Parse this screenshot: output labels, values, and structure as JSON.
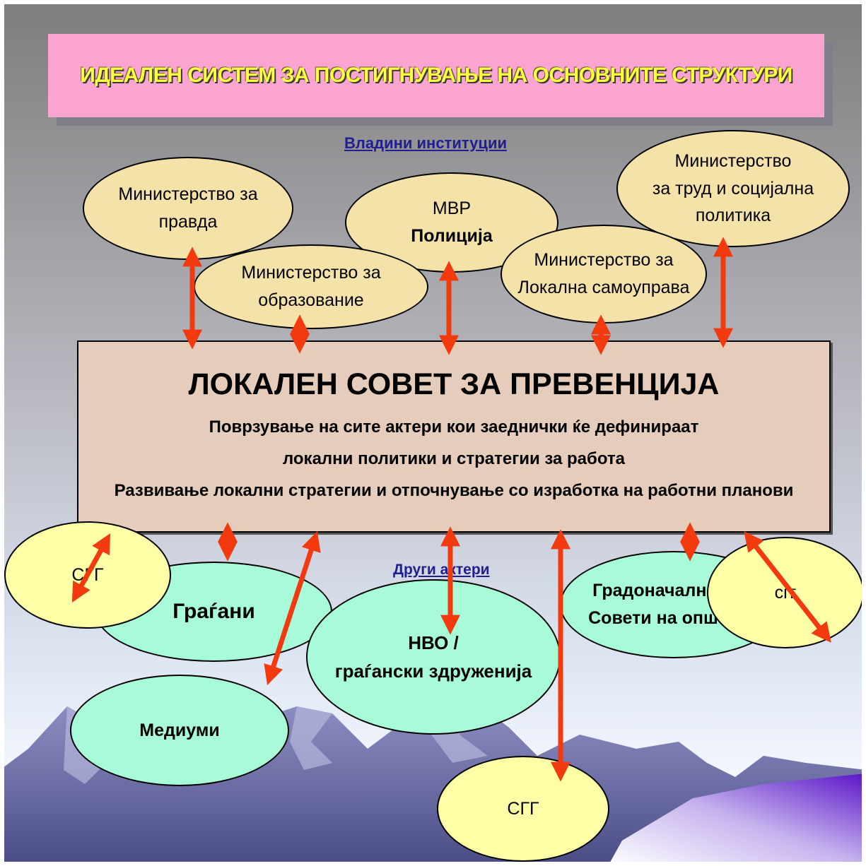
{
  "title": "ИДЕАЛЕН СИСТЕМ ЗА ПОСТИГНУВАЊЕ НА ОСНОВНИТЕ СТРУКТУРИ",
  "sections": {
    "government": "Владини институции",
    "other": "Други актери"
  },
  "government": {
    "justice": [
      "Министерство за",
      "правда"
    ],
    "education": [
      "Министерство за",
      "образование"
    ],
    "mvr": [
      "МВР",
      "Полиција"
    ],
    "local_gov": [
      "Министерство за",
      "Локална самоуправа"
    ],
    "labor": [
      "Министерство",
      "за труд и социјална",
      "политика"
    ]
  },
  "council": {
    "title": "ЛОКАЛЕН СОВЕТ ЗА ПРЕВЕНЦИЈА",
    "line1": "Поврзување на сите актери кои заеднички ќе дефинираат",
    "line2": "локални  политики и стратегии  за работа",
    "line3": "Развивање локални стратегии и отпочнување  со изработка на работни планови"
  },
  "others": {
    "citizens": "Граѓани",
    "ngo": [
      "НВО /",
      "граѓански здруженија"
    ],
    "mayors": [
      "Градоначалници и",
      "Совети на општини"
    ],
    "media": "Медиуми",
    "sgg_left": "СГГ",
    "sgg_bottom": "СГГ",
    "sgg_right": "сгг"
  },
  "colors": {
    "arrow": "#f23a0e",
    "banner": "#fba4d2",
    "title_text": "#ffff40",
    "gov_fill": "#f4e2a8",
    "other_fill": "#a8fbd8",
    "sgg_fill": "#ffffa8",
    "council_fill": "#e6ccba"
  }
}
